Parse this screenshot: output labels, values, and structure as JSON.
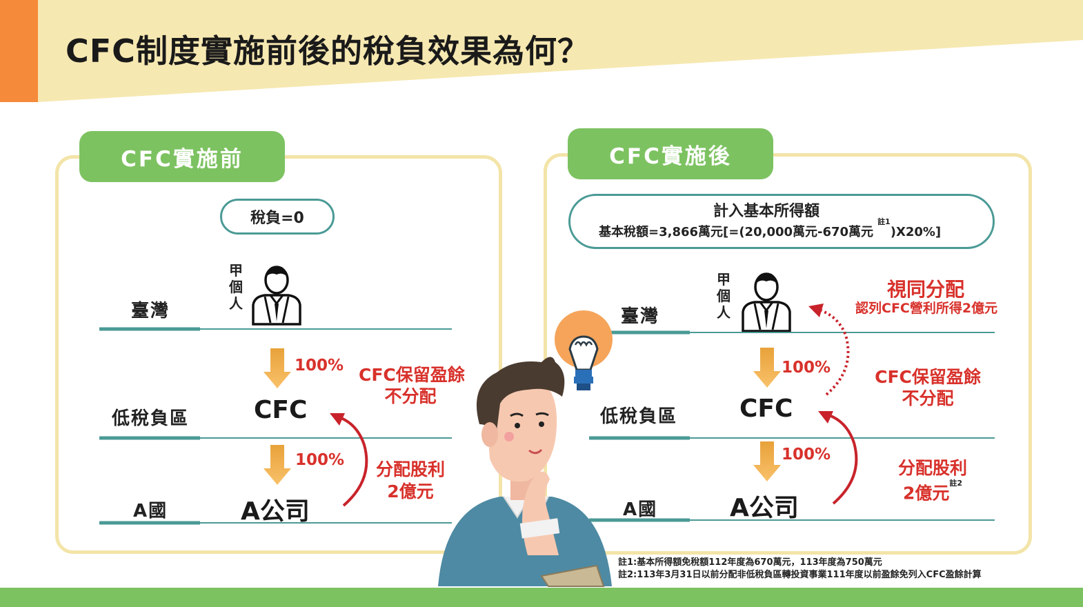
{
  "title": "CFC制度實施前後的稅負效果為何？",
  "colors": {
    "orange": "#f58a3a",
    "cream": "#f6e8b1",
    "green": "#7dc261",
    "red": "#d8312b",
    "teal": "#4a9a95"
  },
  "before": {
    "tab": "CFC實施前",
    "tax_label": "稅負=0",
    "person": "甲個人",
    "rows": {
      "taiwan": "臺灣",
      "low_tax": "低稅負區",
      "country_a": "A國"
    },
    "entities": {
      "cfc": "CFC",
      "company_a": "A公司"
    },
    "pct_top": "100%",
    "pct_bottom": "100%",
    "retained_line1": "CFC保留盈餘",
    "retained_line2": "不分配",
    "dividend_line1": "分配股利",
    "dividend_line2": "2億元"
  },
  "after": {
    "tab": "CFC實施後",
    "box_title": "計入基本所得額",
    "box_formula_main": "基本稅額=3,866萬元[=(20,000萬元-670萬元",
    "box_formula_note": "註1",
    "box_formula_end": ")X20%]",
    "person": "甲個人",
    "rows": {
      "taiwan": "臺灣",
      "low_tax": "低稅負區",
      "country_a": "A國"
    },
    "entities": {
      "cfc": "CFC",
      "company_a": "A公司"
    },
    "pct_top": "100%",
    "pct_bottom": "100%",
    "deemed_title": "視同分配",
    "deemed_sub": "認列CFC營利所得2億元",
    "retained_line1": "CFC保留盈餘",
    "retained_line2": "不分配",
    "dividend_line1": "分配股利",
    "dividend_line2": "2億元",
    "dividend_note": "註2"
  },
  "notes": [
    "註1:基本所得額免稅額112年度為670萬元，113年度為750萬元",
    "註2:113年3月31日以前分配非低稅負區轉投資事業111年度以前盈餘免列入CFC盈餘計算"
  ],
  "icons": [
    "person-icon",
    "down-arrow-icon",
    "curved-arrow-icon",
    "lightbulb-icon",
    "thinking-man-illustration"
  ]
}
